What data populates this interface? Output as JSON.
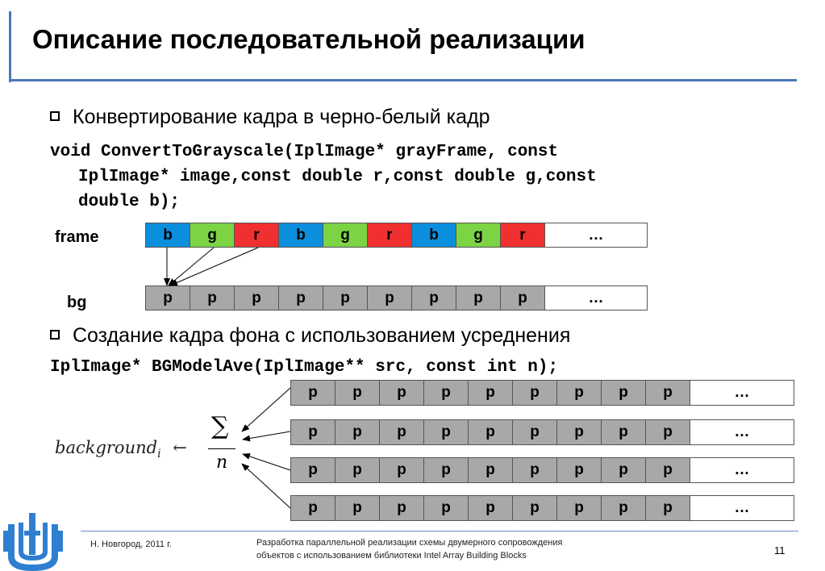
{
  "title": "Описание последовательной реализации",
  "section1": {
    "bullet": "Конвертирование кадра в черно-белый кадр",
    "code_lines": [
      "void ConvertToGrayscale(IplImage* grayFrame, const",
      "IplImage* image,const double r,const double g,const",
      "double b);"
    ]
  },
  "frame_row": {
    "label": "frame",
    "cells": [
      "b",
      "g",
      "r",
      "b",
      "g",
      "r",
      "b",
      "g",
      "r"
    ],
    "more": "…"
  },
  "bg_row": {
    "label": "bg",
    "cells": [
      "p",
      "p",
      "p",
      "p",
      "p",
      "p",
      "p",
      "p",
      "p"
    ],
    "more": "…"
  },
  "section2": {
    "bullet": "Создание кадра фона с использованием усреднения",
    "code_line": "IplImage* BGModelAve(IplImage** src, const int n);"
  },
  "src_rows": [
    {
      "cells": [
        "p",
        "p",
        "p",
        "p",
        "p",
        "p",
        "p",
        "p",
        "p"
      ],
      "more": "…"
    },
    {
      "cells": [
        "p",
        "p",
        "p",
        "p",
        "p",
        "p",
        "p",
        "p",
        "p"
      ],
      "more": "…"
    },
    {
      "cells": [
        "p",
        "p",
        "p",
        "p",
        "p",
        "p",
        "p",
        "p",
        "p"
      ],
      "more": "…"
    },
    {
      "cells": [
        "p",
        "p",
        "p",
        "p",
        "p",
        "p",
        "p",
        "p",
        "p"
      ],
      "more": "…"
    }
  ],
  "formula": {
    "lhs": "background",
    "subscript": "i",
    "arrow": "←",
    "sum": "∑",
    "denominator": "n"
  },
  "footer": {
    "left": "Н. Новгород, 2011 г.",
    "center_line1": "Разработка параллельной реализации схемы двумерного сопровождения",
    "center_line2": "объектов с использованием библиотеки Intel Array Building Blocks",
    "page": "11"
  },
  "colors": {
    "accent": "#4a78b8",
    "b": "#0b8fdc",
    "g": "#7cd444",
    "r": "#f03030",
    "p": "#a8a8a8"
  }
}
